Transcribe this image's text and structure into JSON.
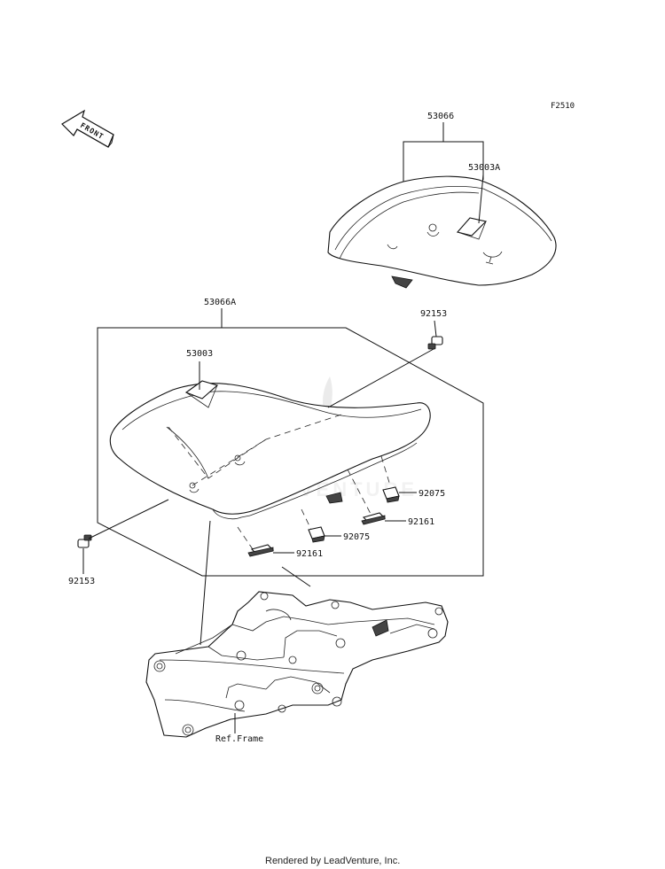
{
  "figure_code": "F2510",
  "front_marker": "FRONT",
  "watermark": "LEADVENTURE",
  "parts": {
    "p53066": "53066",
    "p53003A": "53003A",
    "p53066A": "53066A",
    "p92153_top": "92153",
    "p53003": "53003",
    "p92075_right": "92075",
    "p92161_right": "92161",
    "p92075_mid": "92075",
    "p92161_left": "92161",
    "p92153_left": "92153",
    "ref_frame": "Ref.Frame"
  },
  "footer": "Rendered by LeadVenture, Inc."
}
